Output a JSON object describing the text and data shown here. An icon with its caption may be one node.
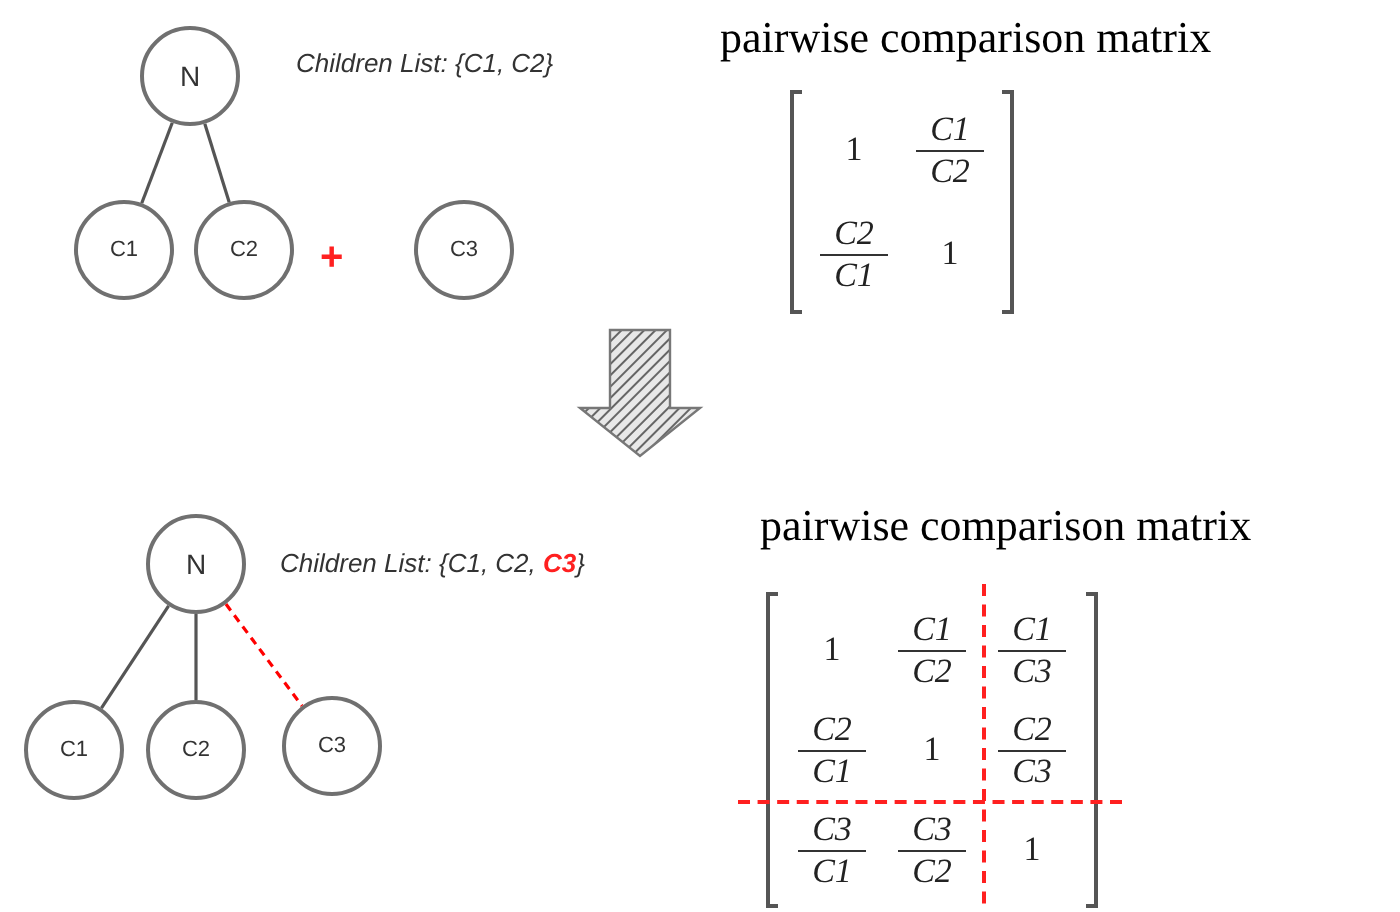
{
  "diagram": {
    "nodes": [
      {
        "text": [
          "N"
        ]
      },
      {
        "text": [
          "C1"
        ]
      },
      {
        "text": [
          "C2"
        ]
      },
      {
        "text": [
          "C3"
        ]
      },
      {
        "text": [
          "N"
        ]
      },
      {
        "text": [
          "C1"
        ]
      },
      {
        "text": [
          "C2"
        ]
      },
      {
        "text": [
          "C3"
        ]
      }
    ],
    "edges": [
      {
        "from": 0,
        "to": 1,
        "arrow": "none"
      },
      {
        "from": 0,
        "to": 2,
        "arrow": "none"
      },
      {
        "from": 4,
        "to": 5,
        "arrow": "none"
      },
      {
        "from": 4,
        "to": 6,
        "arrow": "none"
      },
      {
        "from": 4,
        "to": 7,
        "arrow": "none",
        "style": "dashed",
        "color": "#ff0000"
      }
    ],
    "labels": [
      "Children List: {C1, C2}",
      "+",
      "pairwise comparison matrix",
      "1",
      "C1",
      "C2",
      "C2",
      "C1",
      "1",
      "Children List: {C1, C2, **C3**}",
      "pairwise comparison matrix",
      "1",
      "C1",
      "C2",
      "C1",
      "C3",
      "C2",
      "C1",
      "1",
      "C2",
      "C3",
      "C3",
      "C1",
      "C3",
      "C2",
      "1"
    ]
  }
}
